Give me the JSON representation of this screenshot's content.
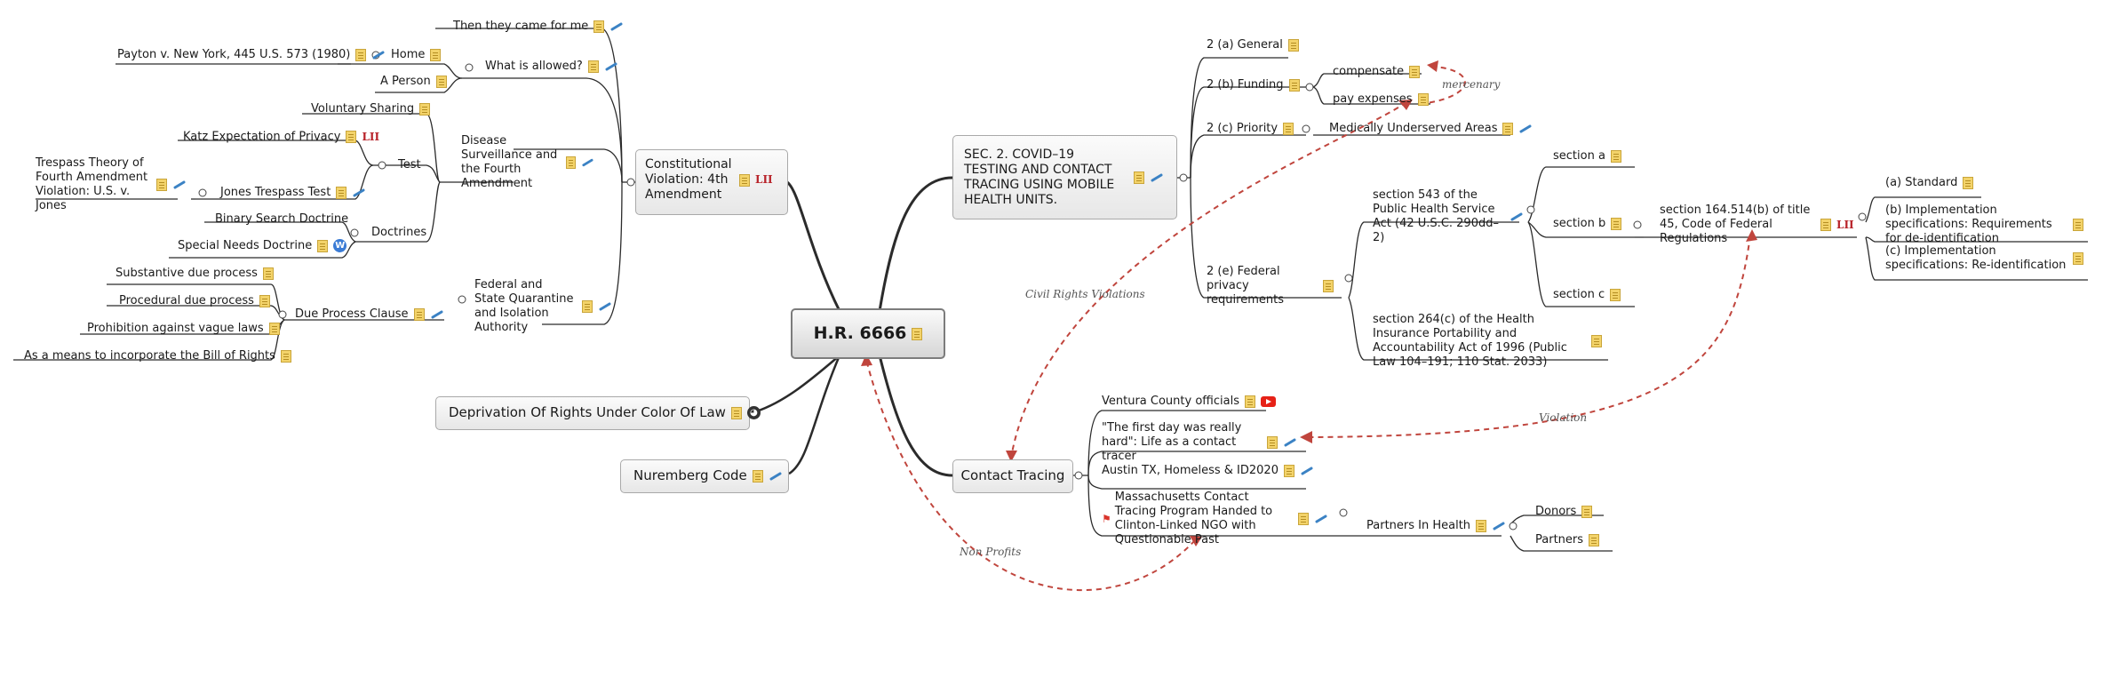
{
  "root": {
    "label": "H.R. 6666"
  },
  "left": {
    "constitutional": {
      "label": "Constitutional Violation: 4th Amendment",
      "then_they_came": "Then they came for me",
      "what_allowed": "What is allowed?",
      "home": "Home",
      "payton": "Payton v. New York, 445 U.S. 573 (1980)",
      "a_person": "A Person",
      "disease_surveillance": "Disease Surveillance and the Fourth Amendment",
      "voluntary_sharing": "Voluntary Sharing",
      "test": "Test",
      "katz": "Katz Expectation of Privacy",
      "jones": "Jones Trespass Test",
      "trespass_theory": "Trespass Theory of Fourth Amendment Violation: U.S. v. Jones",
      "doctrines": "Doctrines",
      "binary_search": "Binary Search Doctrine",
      "special_needs": "Special Needs Doctrine",
      "federal_state": "Federal and State Quarantine and Isolation Authority",
      "due_process": "Due Process Clause",
      "substantive": "Substantive due process",
      "procedural": "Procedural due process",
      "vague_laws": "Prohibition against vague laws",
      "incorporate": "As a means to incorporate the Bill of Rights",
      "lii": "LII"
    },
    "deprivation": {
      "label": "Deprivation Of Rights Under Color Of Law"
    },
    "nuremberg": {
      "label": "Nuremberg Code"
    }
  },
  "right": {
    "sec2": {
      "label": "SEC. 2. COVID–19 TESTING AND CONTACT TRACING USING MOBILE HEALTH UNITS.",
      "general": "2 (a) General",
      "funding": "2 (b) Funding",
      "compensate": "compensate",
      "pay_expenses": "pay expenses",
      "priority": "2 (c) Priority",
      "underserved": "Medically Underserved Areas",
      "federal_privacy": "2 (e) Federal privacy requirements",
      "section543": "section 543 of the Public Health Service Act (42 U.S.C. 290dd–2)",
      "section_a": "section a",
      "section_b": "section b",
      "section_c": "section c",
      "section164": "section 164.514(b) of title 45, Code of Federal Regulations",
      "standard": "(a) Standard",
      "b_impl": "(b) Implementation specifications: Requirements for de-identification",
      "c_impl": "(c) Implementation specifications: Re-identification",
      "section264": "section 264(c) of the Health Insurance Portability and Accountability Act of 1996 (Public Law 104–191; 110 Stat. 2033)"
    },
    "contact_tracing": {
      "label": "Contact Tracing",
      "ventura": "Ventura County officials",
      "first_day": "\"The first day was really hard\": Life as a contact tracer",
      "austin": "Austin TX, Homeless & ID2020",
      "massachusetts": "Massachusetts Contact Tracing Program Handed to Clinton-Linked NGO with Questionable Past",
      "partners_health": "Partners In Health",
      "donors": "Donors",
      "partners": "Partners"
    }
  },
  "relations": {
    "mercenary": "mercenary",
    "civil_rights": "Civil Rights Violations",
    "violation": "Violation",
    "non_profits": "Non Profits"
  },
  "colors": {
    "line": "#2b2b2b",
    "relation": "#c0453d",
    "note": "#f3d36a",
    "lii": "#b8232a"
  }
}
